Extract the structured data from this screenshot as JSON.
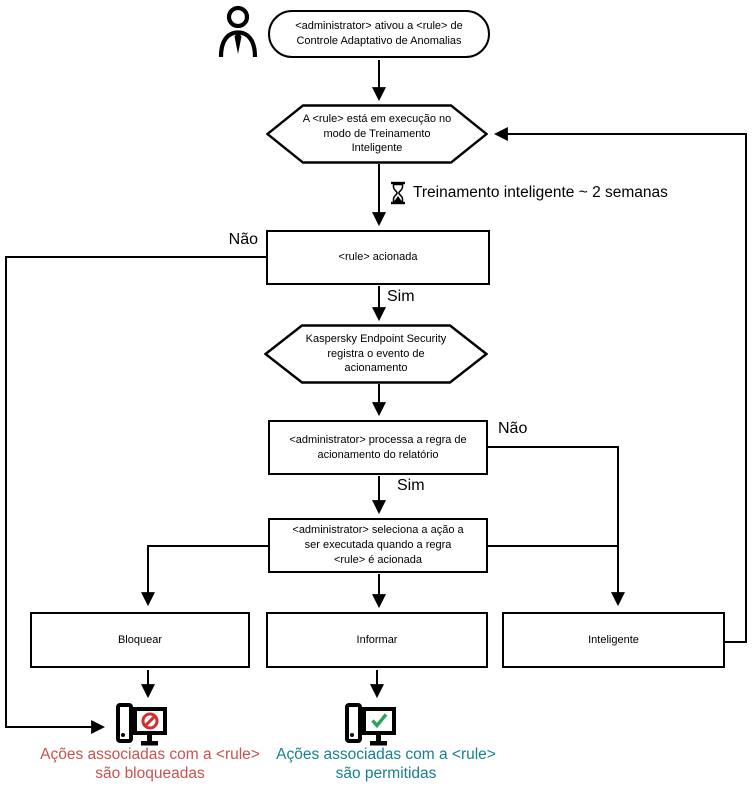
{
  "colors": {
    "line": "#000000",
    "blocked_text": "#c85250",
    "blocked_icon": "#d22f2f",
    "allowed_text": "#17808e",
    "allowed_icon": "#2ba35f"
  },
  "nodes": {
    "start": {
      "shape": "stadium",
      "text": "<administrator> ativou a <rule> de Controle Adaptativo de Anomalias"
    },
    "training_mode": {
      "shape": "hexagon",
      "text": "A <rule> está em execução no modo de Treinamento Inteligente"
    },
    "rule_triggered": {
      "shape": "rect",
      "text": "<rule> acionada"
    },
    "registers_event": {
      "shape": "hexagon",
      "text": "Kaspersky Endpoint Security registra o evento de acionamento"
    },
    "processes_rule": {
      "shape": "rect",
      "text": "<administrator> processa a regra de acionamento do relatório"
    },
    "selects_action": {
      "shape": "rect",
      "text": "<administrator> seleciona a ação a ser executada quando a regra <rule> é acionada"
    },
    "block": {
      "shape": "rect",
      "text": "Bloquear"
    },
    "inform": {
      "shape": "rect",
      "text": "Informar"
    },
    "smart": {
      "shape": "rect",
      "text": "Inteligente"
    }
  },
  "labels": {
    "nao_left": "Não",
    "sim_top": "Sim",
    "nao_right": "Não",
    "sim_bottom": "Sim",
    "training": "Treinamento inteligente ~ 2 semanas"
  },
  "outcomes": {
    "blocked": {
      "line1": "Ações associadas com a <rule>",
      "line2": "são bloqueadas"
    },
    "allowed": {
      "line1": "Ações associadas com a <rule>",
      "line2": "são permitidas"
    }
  },
  "icons": {
    "person": "person-icon",
    "hourglass": "hourglass-icon",
    "computer_blocked": "computer-blocked-icon",
    "computer_allowed": "computer-allowed-icon"
  }
}
